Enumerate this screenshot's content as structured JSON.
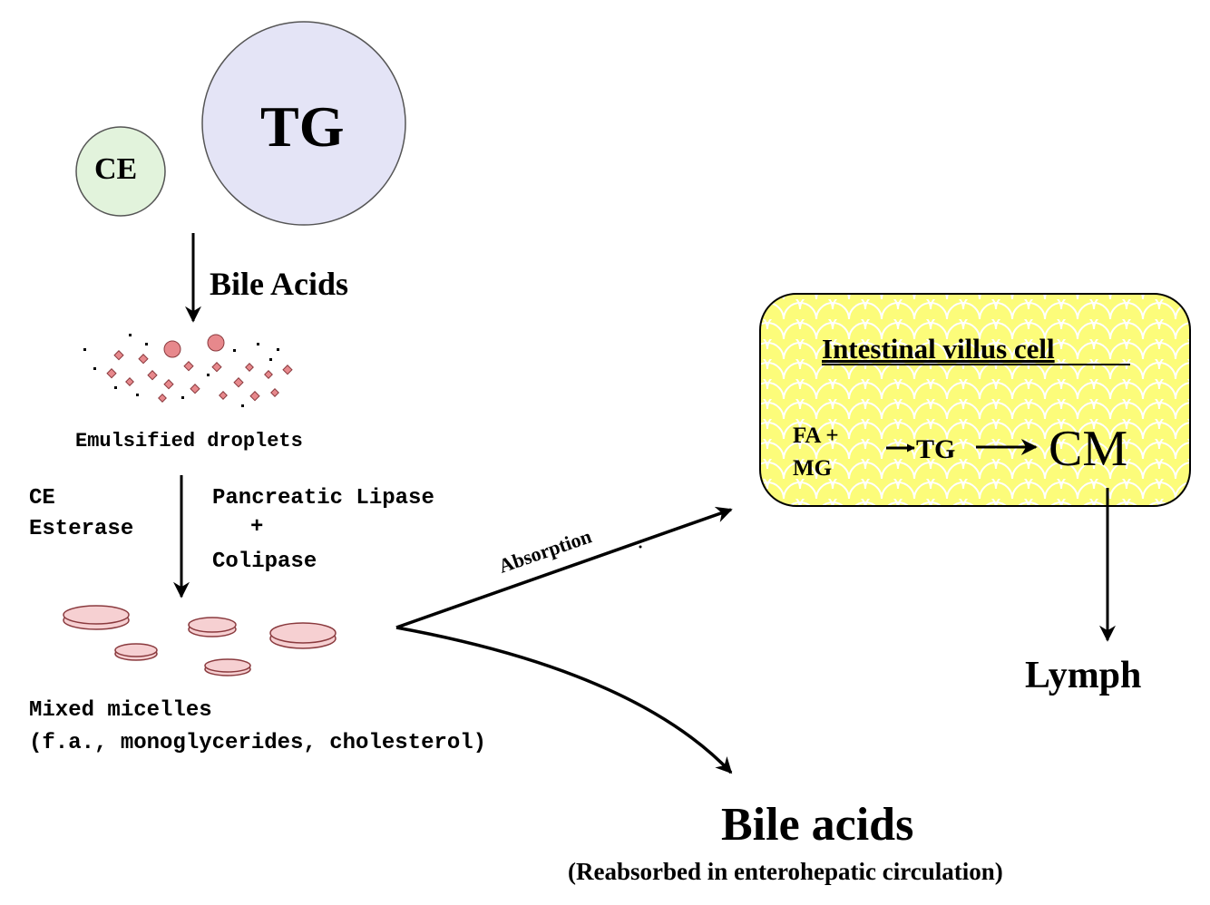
{
  "lipids": {
    "cholesteryl_ester": "CE",
    "triglyceride": "TG"
  },
  "steps": {
    "bile_acids_label": "Bile Acids",
    "emulsified_label": "Emulsified droplets",
    "ce_esterase_line1": "CE",
    "ce_esterase_line2": "Esterase",
    "lipase_line1": "Pancreatic Lipase",
    "lipase_plus": "+",
    "lipase_line2": "Colipase",
    "micelles_line1": "Mixed micelles",
    "micelles_line2": "(f.a., monoglycerides, cholesterol)"
  },
  "absorption_label": "Absorption",
  "villus": {
    "title": "Intestinal villus cell",
    "fa_line": "FA +",
    "mg_line": "MG",
    "tg": "TG",
    "cm": "CM"
  },
  "lymph_label": "Lymph",
  "bile_return": {
    "title": "Bile acids",
    "note": "(Reabsorbed in enterohepatic circulation)"
  },
  "colors": {
    "ce_fill": "#e2f3dc",
    "tg_fill": "#e4e4f6",
    "droplet_fill": "#e7888c",
    "micelle_fill": "#f6d0d2",
    "villus_fill": "#fcfc7a"
  }
}
